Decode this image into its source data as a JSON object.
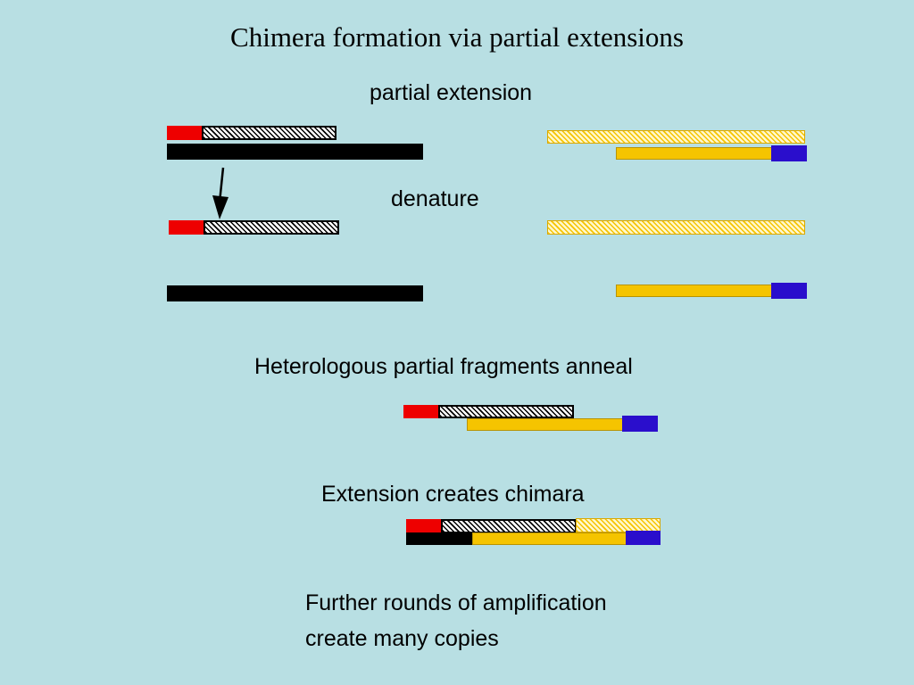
{
  "slide": {
    "title": "Chimera formation via partial extensions",
    "labels": {
      "partial_extension": "partial extension",
      "denature": "denature",
      "anneal": "Heterologous partial fragments anneal",
      "extension": "Extension creates chimara",
      "further_1": "Further rounds of amplification",
      "further_2": "create many copies"
    }
  },
  "colors": {
    "background": "#b8dfe3",
    "template_a": "#000000",
    "primer_a": "#ee0000",
    "template_b": "#f5c400",
    "primer_b": "#2a0ecc"
  }
}
